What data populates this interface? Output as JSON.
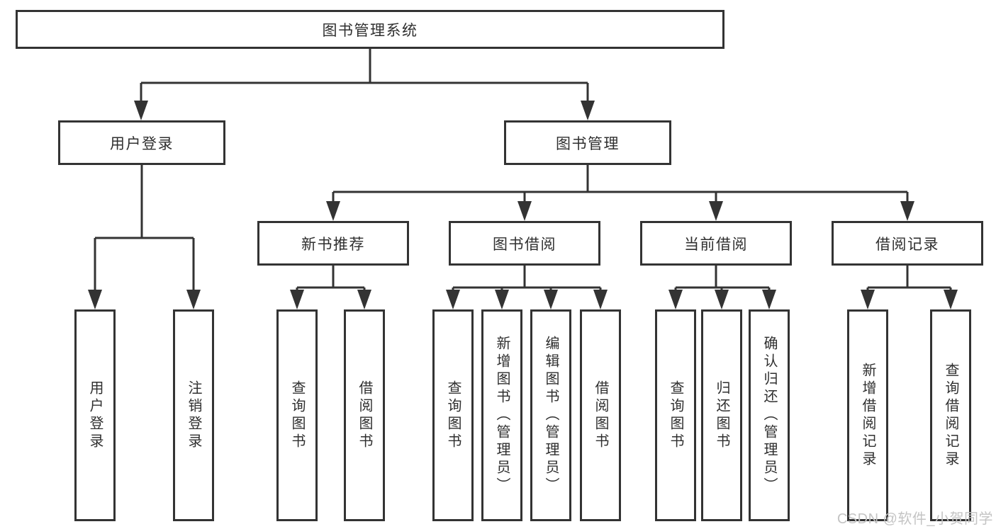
{
  "colors": {
    "line": "#333333",
    "box_border": "#333333",
    "box_fill": "#ffffff",
    "label_text": "#2f2f2f",
    "watermark": "#c4c4c4"
  },
  "watermark": {
    "text": "CSDN @软件_小贺同学"
  },
  "tree": {
    "label": "图书管理系统",
    "children": [
      {
        "label": "用户登录",
        "children": [
          {
            "label": "用户登录"
          },
          {
            "label": "注销登录"
          }
        ]
      },
      {
        "label": "图书管理",
        "children": [
          {
            "label": "新书推荐",
            "children": [
              {
                "label": "查询图书"
              },
              {
                "label": "借阅图书"
              }
            ]
          },
          {
            "label": "图书借阅",
            "children": [
              {
                "label": "查询图书"
              },
              {
                "label": "新增图书（管理员）"
              },
              {
                "label": "编辑图书（管理员）"
              },
              {
                "label": "借阅图书"
              }
            ]
          },
          {
            "label": "当前借阅",
            "children": [
              {
                "label": "查询图书"
              },
              {
                "label": "归还图书"
              },
              {
                "label": "确认归还（管理员）"
              }
            ]
          },
          {
            "label": "借阅记录",
            "children": [
              {
                "label": "新增借阅记录"
              },
              {
                "label": "查询借阅记录"
              }
            ]
          }
        ]
      }
    ]
  }
}
